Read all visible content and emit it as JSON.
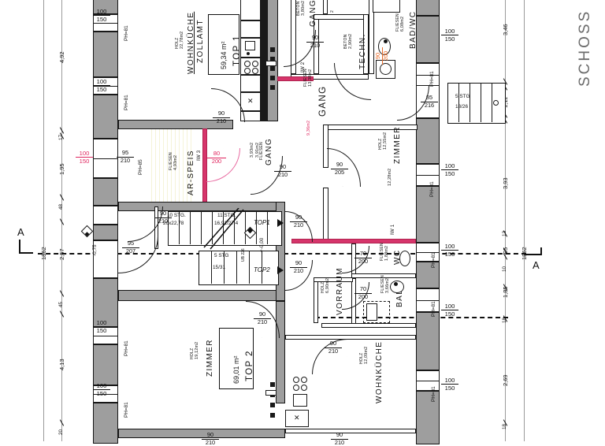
{
  "drawing": {
    "plan_title": "SCHOSS",
    "section_marks": [
      "A",
      "A"
    ]
  },
  "units": [
    {
      "id": "top1",
      "label": "TOP 1",
      "area": "59,34 m²"
    },
    {
      "id": "top2",
      "label": "TOP 2",
      "area": "69,01 m²"
    }
  ],
  "rooms": [
    {
      "name": "ZOLLAMT",
      "sub": "WOHNKÜCHE",
      "area": "22,78m2",
      "material": "HOLZ"
    },
    {
      "name": "AR-SPEIS",
      "area": "4,93m2",
      "material": "FLIESEN"
    },
    {
      "name": "GANG",
      "area": "3,91m2",
      "area2": "3,93m2",
      "material": "FLIESEN"
    },
    {
      "name": "GANG",
      "area": "3,80m2",
      "material": "BETON"
    },
    {
      "name": "TECHN.",
      "area": "2,90m2",
      "material": "BETON"
    },
    {
      "name": "BAD/WC",
      "area": "6,08m2",
      "material": "FLIESEN"
    },
    {
      "name": "GANG",
      "area": "13,38m2",
      "area_red": "9,36m2",
      "material": "FLIESEN"
    },
    {
      "name": "ZIMMER",
      "area": "12,55m2",
      "area2": "12,28m2",
      "material": "HOLZ"
    },
    {
      "name": "WC",
      "area": "1,88m2",
      "material": "FLIESEN"
    },
    {
      "name": "VORRAUM",
      "area": "6,90m2",
      "material": "HOLZ"
    },
    {
      "name": "BAD",
      "area": "3,66m2",
      "material": "FLIESEN"
    },
    {
      "name": "ZIMMER",
      "area": "19,12m2",
      "material": "HOLZ"
    },
    {
      "name": "WOHNKÜCHE",
      "area": "12,09m2",
      "material": "HOLZ"
    }
  ],
  "window_labels": [
    "PH=81",
    "PH=81",
    "PH=85",
    "PH=81",
    "PH=81",
    "PH=81",
    "PH=81",
    "PH=81",
    "PH=81",
    "PH=81",
    "PH=81"
  ],
  "window_heights": [
    {
      "w": "100",
      "h": "150"
    },
    {
      "w": "100",
      "h": "150"
    },
    {
      "w": "100",
      "h": "150",
      "red": true
    },
    {
      "w": "100",
      "h": "150"
    },
    {
      "w": "100",
      "h": "150"
    },
    {
      "w": "100",
      "h": "150"
    },
    {
      "w": "100",
      "h": "150"
    },
    {
      "w": "100",
      "h": "150"
    },
    {
      "w": "100",
      "h": "150"
    }
  ],
  "door_labels": [
    {
      "w": "90",
      "h": "210"
    },
    {
      "w": "95",
      "h": "210"
    },
    {
      "w": "80",
      "h": "200"
    },
    {
      "w": "90",
      "h": "210"
    },
    {
      "w": "90",
      "h": "210"
    },
    {
      "w": "90",
      "h": "210"
    },
    {
      "w": "90",
      "h": "200",
      "accent": true
    },
    {
      "w": "85",
      "h": "216"
    },
    {
      "w": "90",
      "h": "205"
    },
    {
      "w": "95",
      "h": "207"
    },
    {
      "w": "90",
      "h": "210"
    },
    {
      "w": "90",
      "h": "210"
    },
    {
      "w": "70",
      "h": "200"
    },
    {
      "w": "70",
      "h": "200"
    },
    {
      "w": "90",
      "h": "210"
    },
    {
      "w": "90",
      "h": "210"
    },
    {
      "w": "90",
      "h": "210"
    }
  ],
  "wall_tags": [
    "IW 3",
    "IW 2",
    "IW 1"
  ],
  "stairs": [
    {
      "label": "10 STG.",
      "detail": "20x22,78"
    },
    {
      "label": "11 STG.",
      "detail": "16,91/27,4"
    },
    {
      "label": "5 STG",
      "detail": "18/26"
    },
    {
      "label": "5 STG",
      "detail": "15/31"
    }
  ],
  "level_marks": [
    "-0,75",
    "+-0,00",
    "+-0,00"
  ],
  "unit_markers": [
    "TOP1",
    "TOP2"
  ],
  "dimensions": {
    "left_outer": "1862",
    "left_chain": [
      "4,92",
      "17",
      "1,95",
      "48",
      "2,57",
      "45",
      "4,13",
      "20"
    ],
    "right_outer": "1862",
    "right_chain": [
      "3,46",
      "13",
      "1,11",
      "13",
      "3,93",
      "13",
      "95",
      "10",
      "1,85",
      "18",
      "2,69",
      "18"
    ]
  }
}
